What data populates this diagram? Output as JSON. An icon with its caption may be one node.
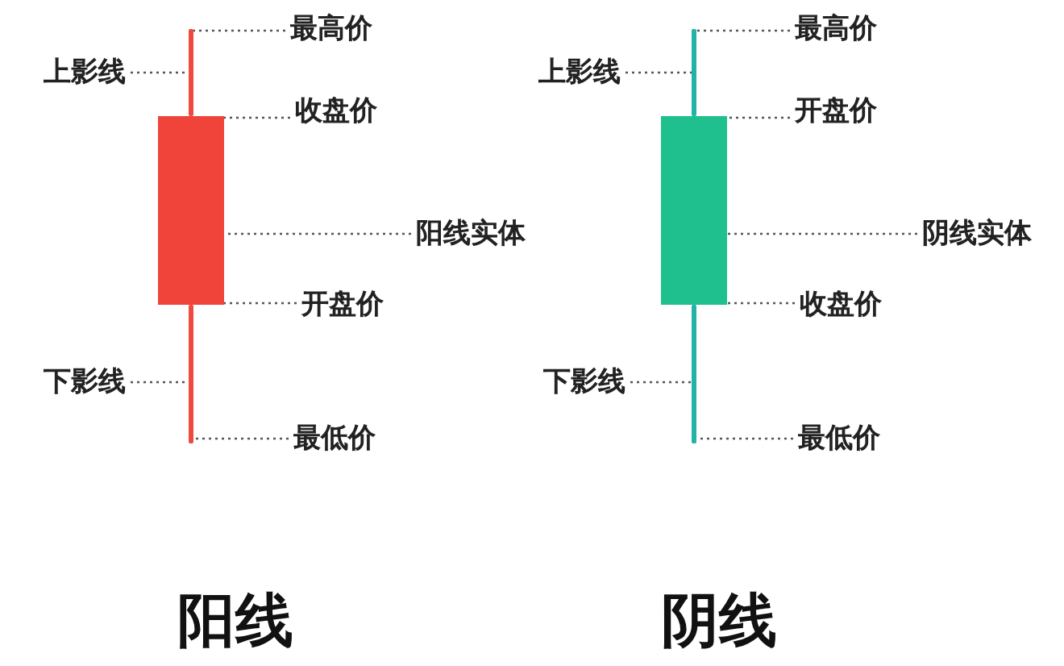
{
  "diagram": {
    "nodes": [
      {
        "text": [],
        "shape": "bar"
      },
      {
        "text": [],
        "shape": "box"
      },
      {
        "text": [],
        "shape": "bar"
      },
      {
        "text": [
          "最高价"
        ]
      },
      {
        "text": [
          "上影线"
        ]
      },
      {
        "text": [
          "收盘价"
        ]
      },
      {
        "text": [
          "阳线实体"
        ]
      },
      {
        "text": [
          "开盘价"
        ]
      },
      {
        "text": [
          "下影线"
        ]
      },
      {
        "text": [
          "最低价"
        ]
      },
      {
        "text": [],
        "shape": "bar"
      },
      {
        "text": [],
        "shape": "box"
      },
      {
        "text": [],
        "shape": "bar"
      },
      {
        "text": [
          "最高价"
        ]
      },
      {
        "text": [
          "上影线"
        ]
      },
      {
        "text": [
          "开盘价"
        ]
      },
      {
        "text": [
          "阴线实体"
        ]
      },
      {
        "text": [
          "收盘价"
        ]
      },
      {
        "text": [
          "下影线"
        ]
      },
      {
        "text": [
          "最低价"
        ]
      }
    ],
    "edges": [
      {
        "from": 3,
        "to": 0,
        "arrow": "none",
        "style": "dashed"
      },
      {
        "from": 4,
        "to": 0,
        "arrow": "none",
        "style": "dashed"
      },
      {
        "from": 5,
        "to": 1,
        "arrow": "none",
        "style": "dashed"
      },
      {
        "from": 6,
        "to": 1,
        "arrow": "none",
        "style": "dashed"
      },
      {
        "from": 7,
        "to": 1,
        "arrow": "none",
        "style": "dashed"
      },
      {
        "from": 8,
        "to": 2,
        "arrow": "none",
        "style": "dashed"
      },
      {
        "from": 9,
        "to": 2,
        "arrow": "none",
        "style": "dashed"
      },
      {
        "from": 13,
        "to": 10,
        "arrow": "none",
        "style": "dashed"
      },
      {
        "from": 14,
        "to": 10,
        "arrow": "none",
        "style": "dashed"
      },
      {
        "from": 15,
        "to": 11,
        "arrow": "none",
        "style": "dashed"
      },
      {
        "from": 16,
        "to": 11,
        "arrow": "none",
        "style": "dashed"
      },
      {
        "from": 17,
        "to": 11,
        "arrow": "none",
        "style": "dashed"
      },
      {
        "from": 18,
        "to": 12,
        "arrow": "none",
        "style": "dashed"
      },
      {
        "from": 19,
        "to": 12,
        "arrow": "none",
        "style": "dashed"
      }
    ],
    "labels": [
      "阳线",
      "阴线"
    ]
  }
}
